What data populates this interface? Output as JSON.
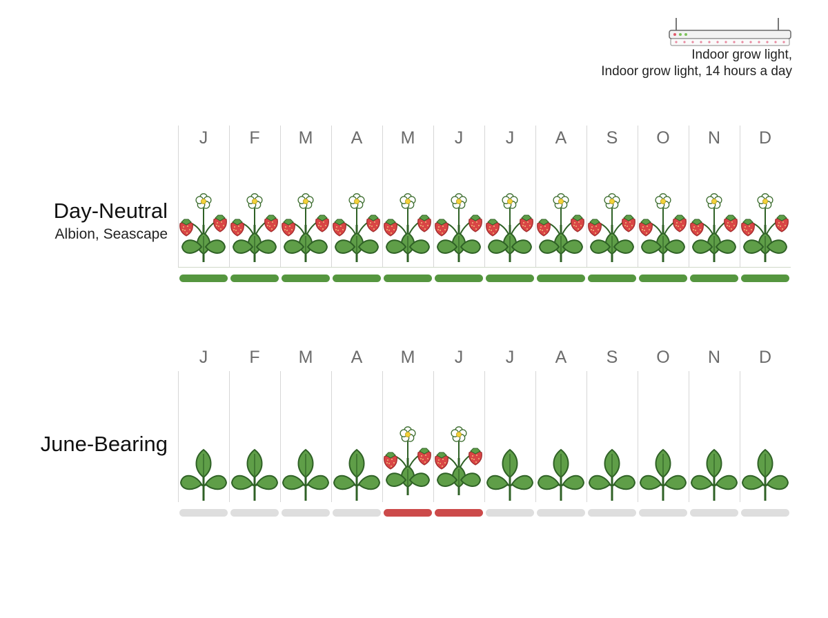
{
  "legend": {
    "icon": "grow-light-icon",
    "line1": "Indoor grow light,",
    "line2": "Indoor grow light, 14 hours a day"
  },
  "months": [
    "J",
    "F",
    "M",
    "A",
    "M",
    "J",
    "J",
    "A",
    "S",
    "O",
    "N",
    "D"
  ],
  "rows": [
    {
      "name": "Day-Neutral",
      "subtitle": "Albion, Seascape",
      "plants": [
        "fruiting",
        "fruiting",
        "fruiting",
        "fruiting",
        "fruiting",
        "fruiting",
        "fruiting",
        "fruiting",
        "fruiting",
        "fruiting",
        "fruiting",
        "fruiting"
      ],
      "bars": [
        "active",
        "active",
        "active",
        "active",
        "active",
        "active",
        "active",
        "active",
        "active",
        "active",
        "active",
        "active"
      ]
    },
    {
      "name": "June-Bearing",
      "subtitle": "",
      "plants": [
        "leafy",
        "leafy",
        "leafy",
        "leafy",
        "fruiting",
        "fruiting",
        "leafy",
        "leafy",
        "leafy",
        "leafy",
        "leafy",
        "leafy"
      ],
      "bars": [
        "inactive",
        "inactive",
        "inactive",
        "inactive",
        "harvest",
        "harvest",
        "inactive",
        "inactive",
        "inactive",
        "inactive",
        "inactive",
        "inactive"
      ]
    }
  ],
  "colors": {
    "active_bar": "#55963f",
    "harvest_bar": "#cc4a4a",
    "inactive_bar": "#dedede",
    "leaf": "#5f9e48",
    "leaf_dark": "#2f6126",
    "berry": "#d94545",
    "flower_center": "#f2d23a"
  }
}
